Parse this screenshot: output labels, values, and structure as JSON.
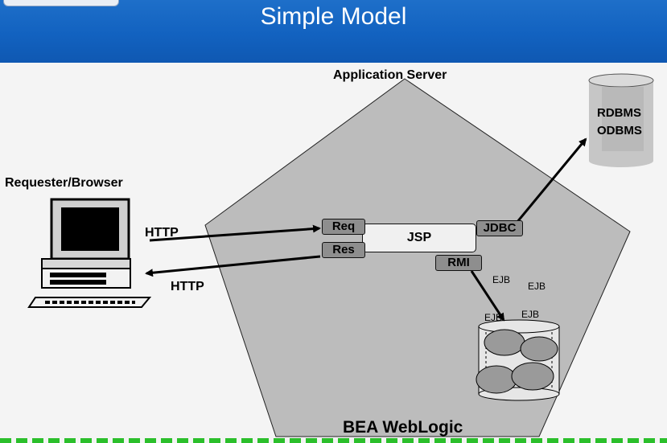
{
  "title": "Simple Model",
  "labels": {
    "app_server": "Application Server",
    "requester": "Requester/Browser",
    "http_in": "HTTP",
    "http_out": "HTTP",
    "req": "Req",
    "res": "Res",
    "jsp": "JSP",
    "jdbc": "JDBC",
    "rmi": "RMI",
    "rdbms": "RDBMS",
    "odbms": "ODBMS",
    "weblogic": "BEA WebLogic",
    "ejb1": "EJB",
    "ejb2": "EJB",
    "ejb3": "EJB",
    "ejb4": "EJB"
  },
  "colors": {
    "header": "#1262c0",
    "pentagon": "#bcbcbc",
    "tag": "#8e8e8e"
  }
}
